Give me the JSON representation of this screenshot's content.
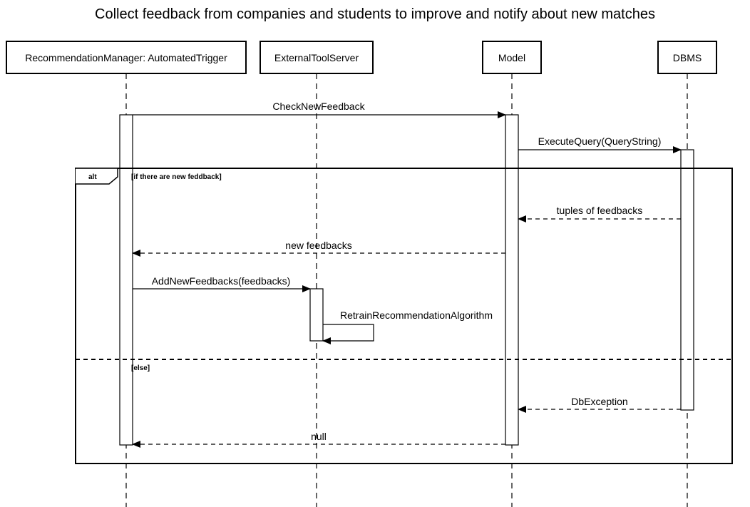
{
  "title": "Collect feedback from companies and students to improve and notify about new matches",
  "participants": [
    {
      "label": "RecommendationManager: AutomatedTrigger"
    },
    {
      "label": "ExternalToolServer"
    },
    {
      "label": "Model"
    },
    {
      "label": "DBMS"
    }
  ],
  "fragment": {
    "operator": "alt",
    "guard_if": "[if there are new feddback]",
    "guard_else": "[else]"
  },
  "messages": {
    "check_new_feedback": "CheckNewFeedback",
    "execute_query": "ExecuteQuery(QueryString)",
    "tuples_of_feedbacks": "tuples of feedbacks",
    "new_feedbacks": "new feedbacks",
    "add_new_feedbacks": "AddNewFeedbacks(feedbacks)",
    "retrain": "RetrainRecommendationAlgorithm",
    "db_exception": "DbException",
    "null_return": "null"
  }
}
